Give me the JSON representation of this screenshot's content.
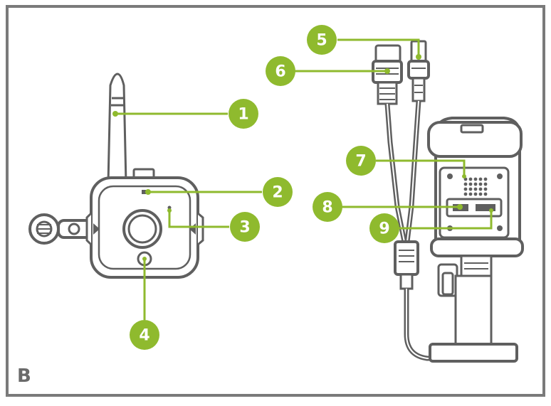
{
  "panel_label": "B",
  "colors": {
    "frame": "#7a7a7a",
    "drawing": "#5f5f5f",
    "accent": "#8fba2e",
    "background": "#ffffff"
  },
  "callouts": [
    {
      "number": "1"
    },
    {
      "number": "2"
    },
    {
      "number": "3"
    },
    {
      "number": "4"
    },
    {
      "number": "5"
    },
    {
      "number": "6"
    },
    {
      "number": "7"
    },
    {
      "number": "8"
    },
    {
      "number": "9"
    }
  ]
}
